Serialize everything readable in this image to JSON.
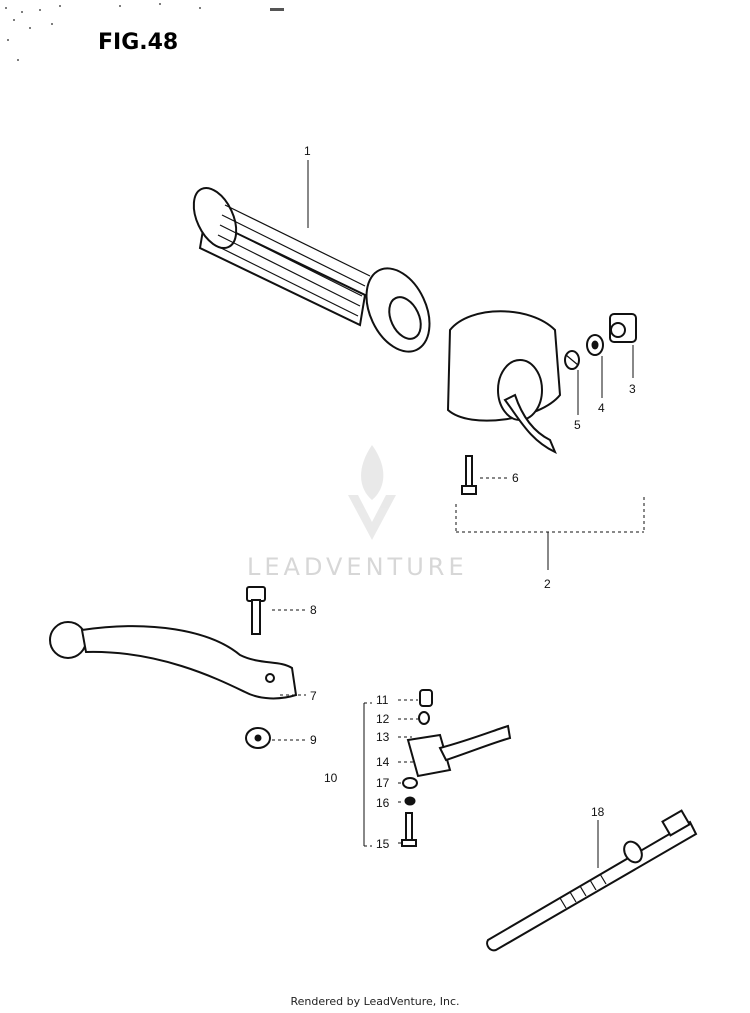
{
  "figure": {
    "title": "FIG.48",
    "footer": "Rendered by LeadVenture, Inc.",
    "watermark": "LEADVENTURE"
  },
  "callouts": [
    {
      "id": "1",
      "label": "1"
    },
    {
      "id": "2",
      "label": "2"
    },
    {
      "id": "3",
      "label": "3"
    },
    {
      "id": "4",
      "label": "4"
    },
    {
      "id": "5",
      "label": "5"
    },
    {
      "id": "6",
      "label": "6"
    },
    {
      "id": "7",
      "label": "7"
    },
    {
      "id": "8",
      "label": "8"
    },
    {
      "id": "9",
      "label": "9"
    },
    {
      "id": "10",
      "label": "10"
    },
    {
      "id": "11",
      "label": "11"
    },
    {
      "id": "12",
      "label": "12"
    },
    {
      "id": "13",
      "label": "13"
    },
    {
      "id": "14",
      "label": "14"
    },
    {
      "id": "15",
      "label": "15"
    },
    {
      "id": "16",
      "label": "16"
    },
    {
      "id": "17",
      "label": "17"
    },
    {
      "id": "18",
      "label": "18"
    }
  ]
}
